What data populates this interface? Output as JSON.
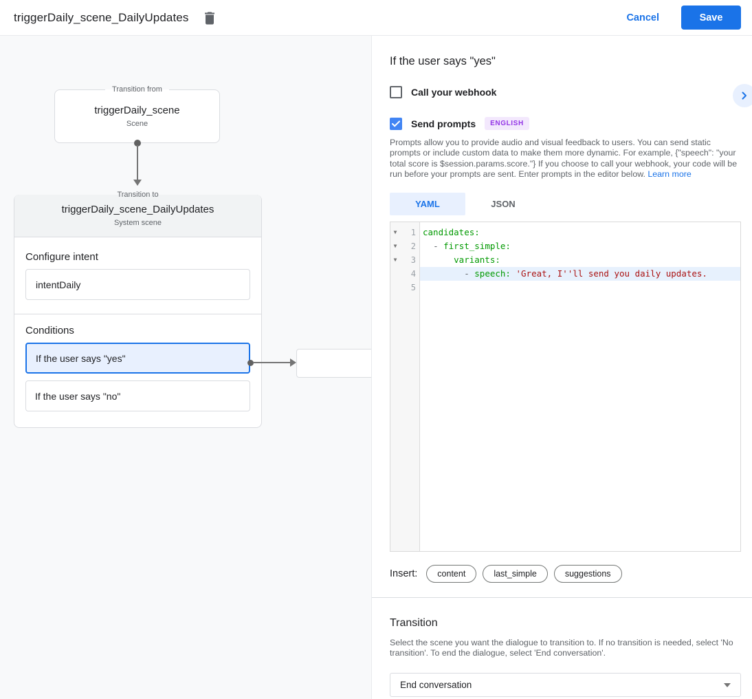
{
  "header": {
    "title": "triggerDaily_scene_DailyUpdates",
    "cancel_label": "Cancel",
    "save_label": "Save"
  },
  "diagram": {
    "from_box": {
      "legend": "Transition from",
      "name": "triggerDaily_scene",
      "type": "Scene"
    },
    "to_box": {
      "legend": "Transition to",
      "name": "triggerDaily_scene_DailyUpdates",
      "type": "System scene",
      "configure_intent_label": "Configure intent",
      "intent_value": "intentDaily",
      "conditions_label": "Conditions",
      "conditions": [
        {
          "label": "If the user says \"yes\"",
          "selected": true
        },
        {
          "label": "If the user says \"no\"",
          "selected": false
        }
      ]
    }
  },
  "panel": {
    "title": "If the user says \"yes\"",
    "webhook": {
      "label": "Call your webhook",
      "checked": false
    },
    "prompts": {
      "label": "Send prompts",
      "checked": true,
      "badge": "ENGLISH"
    },
    "description": "Prompts allow you to provide audio and visual feedback to users. You can send static prompts or include custom data to make them more dynamic. For example, {\"speech\": \"your total score is $session.params.score.\"} If you choose to call your webhook, your code will be run before your prompts are sent. Enter prompts in the editor below. ",
    "learn_more_label": "Learn more",
    "tabs": [
      {
        "label": "YAML",
        "active": true
      },
      {
        "label": "JSON",
        "active": false
      }
    ],
    "editor": {
      "lines": [
        {
          "num": "1",
          "fold": true,
          "selected": false,
          "segments": [
            {
              "text": "candidates:",
              "style": "key"
            }
          ]
        },
        {
          "num": "2",
          "fold": true,
          "selected": false,
          "segments": [
            {
              "text": "  ",
              "style": "plain"
            },
            {
              "text": "- ",
              "style": "dash"
            },
            {
              "text": "first_simple:",
              "style": "key"
            }
          ]
        },
        {
          "num": "3",
          "fold": true,
          "selected": false,
          "segments": [
            {
              "text": "      ",
              "style": "plain"
            },
            {
              "text": "variants:",
              "style": "key"
            }
          ]
        },
        {
          "num": "4",
          "fold": false,
          "selected": true,
          "segments": [
            {
              "text": "        ",
              "style": "plain"
            },
            {
              "text": "- ",
              "style": "dash"
            },
            {
              "text": "speech:",
              "style": "key"
            },
            {
              "text": " ",
              "style": "plain"
            },
            {
              "text": "'Great, I''ll send you daily updates.",
              "style": "string"
            }
          ]
        },
        {
          "num": "5",
          "fold": false,
          "selected": false,
          "segments": []
        }
      ]
    },
    "insert": {
      "label": "Insert:",
      "pills": [
        "content",
        "last_simple",
        "suggestions"
      ]
    },
    "transition": {
      "title": "Transition",
      "description": "Select the scene you want the dialogue to transition to. If no transition is needed, select 'No transition'. To end the dialogue, select 'End conversation'.",
      "dropdown_value": "End conversation"
    }
  },
  "colors": {
    "primary": "#1a73e8",
    "selected_bg": "#e8f0fe",
    "checkbox_checked": "#4285f4",
    "badge_bg": "#f3e8fd",
    "badge_text": "#9334e6",
    "code_key": "#009900",
    "code_string": "#aa1111",
    "selected_line_bg": "#e7f1fd"
  },
  "icons": {
    "fold_glyph": "▼"
  }
}
